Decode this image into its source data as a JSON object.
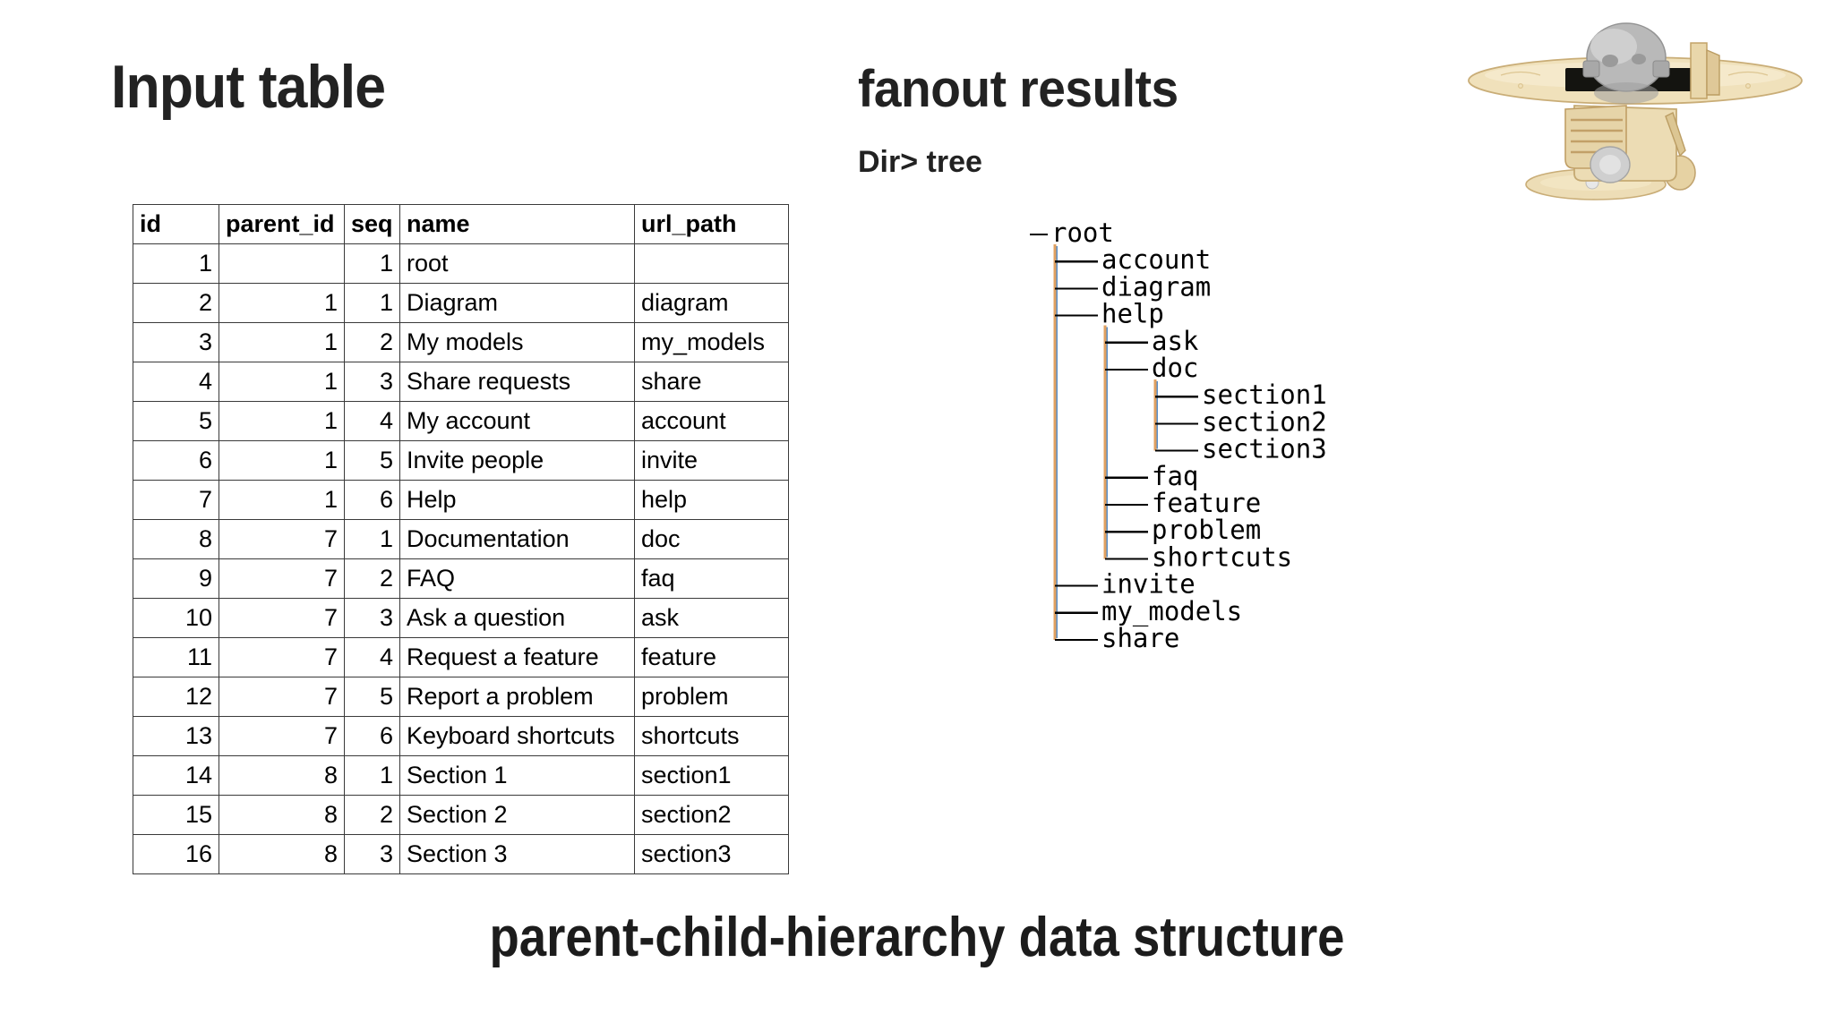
{
  "headings": {
    "input_table": "Input table",
    "fanout": "fanout results",
    "dir_tree": "Dir> tree",
    "caption": "parent-child-hierarchy data structure"
  },
  "table": {
    "columns": [
      "id",
      "parent_id",
      "seq",
      "name",
      "url_path"
    ],
    "rows": [
      {
        "id": "1",
        "parent_id": "",
        "seq": "1",
        "name": "root",
        "url_path": ""
      },
      {
        "id": "2",
        "parent_id": "1",
        "seq": "1",
        "name": "Diagram",
        "url_path": "diagram"
      },
      {
        "id": "3",
        "parent_id": "1",
        "seq": "2",
        "name": "My models",
        "url_path": "my_models"
      },
      {
        "id": "4",
        "parent_id": "1",
        "seq": "3",
        "name": "Share requests",
        "url_path": "share"
      },
      {
        "id": "5",
        "parent_id": "1",
        "seq": "4",
        "name": "My account",
        "url_path": "account"
      },
      {
        "id": "6",
        "parent_id": "1",
        "seq": "5",
        "name": "Invite people",
        "url_path": "invite"
      },
      {
        "id": "7",
        "parent_id": "1",
        "seq": "6",
        "name": "Help",
        "url_path": "help"
      },
      {
        "id": "8",
        "parent_id": "7",
        "seq": "1",
        "name": "Documentation",
        "url_path": "doc"
      },
      {
        "id": "9",
        "parent_id": "7",
        "seq": "2",
        "name": "FAQ",
        "url_path": "faq"
      },
      {
        "id": "10",
        "parent_id": "7",
        "seq": "3",
        "name": "Ask a question",
        "url_path": "ask"
      },
      {
        "id": "11",
        "parent_id": "7",
        "seq": "4",
        "name": "Request a feature",
        "url_path": "feature"
      },
      {
        "id": "12",
        "parent_id": "7",
        "seq": "5",
        "name": "Report a problem",
        "url_path": "problem"
      },
      {
        "id": "13",
        "parent_id": "7",
        "seq": "6",
        "name": "Keyboard shortcuts",
        "url_path": "shortcuts"
      },
      {
        "id": "14",
        "parent_id": "8",
        "seq": "1",
        "name": "Section 1",
        "url_path": "section1"
      },
      {
        "id": "15",
        "parent_id": "8",
        "seq": "2",
        "name": "Section 2",
        "url_path": "section2"
      },
      {
        "id": "16",
        "parent_id": "8",
        "seq": "3",
        "name": "Section 3",
        "url_path": "section3"
      }
    ]
  },
  "tree": {
    "nodes": [
      {
        "label": "root",
        "depth": 0
      },
      {
        "label": "account",
        "depth": 1
      },
      {
        "label": "diagram",
        "depth": 1
      },
      {
        "label": "help",
        "depth": 1
      },
      {
        "label": "ask",
        "depth": 2
      },
      {
        "label": "doc",
        "depth": 2
      },
      {
        "label": "section1",
        "depth": 3
      },
      {
        "label": "section2",
        "depth": 3
      },
      {
        "label": "section3",
        "depth": 3
      },
      {
        "label": "faq",
        "depth": 2
      },
      {
        "label": "feature",
        "depth": 2
      },
      {
        "label": "problem",
        "depth": 2
      },
      {
        "label": "shortcuts",
        "depth": 2
      },
      {
        "label": "invite",
        "depth": 1
      },
      {
        "label": "my_models",
        "depth": 1
      },
      {
        "label": "share",
        "depth": 1
      }
    ],
    "colors": {
      "trunk": "#e0a060",
      "trunk_edge": "#5a8fc8",
      "branch": "#000000",
      "text": "#000000"
    }
  },
  "airplane": {
    "name": "wooden toy airplane",
    "colors": {
      "wood_light": "#f0e0bc",
      "wood_mid": "#e3cf9f",
      "wood_dark": "#cbb07a",
      "metal": "#b8b8b8",
      "metal_dark": "#8f8f8f",
      "panel": "#1a1a12"
    }
  }
}
